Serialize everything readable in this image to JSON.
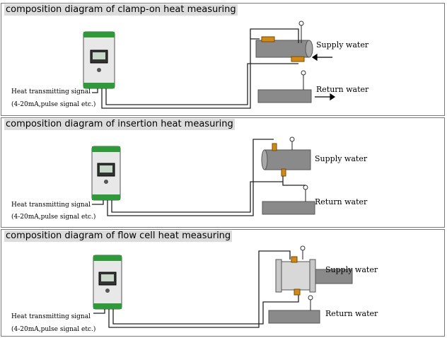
{
  "panels": [
    {
      "title": "composition diagram of clamp-on heat measuring",
      "signal_label": "Heat transmitting signal",
      "signal_detail": "(4-20mA,pulse signal etc.)",
      "supply_label": "Supply water",
      "return_label": "Return water"
    },
    {
      "title": "composition diagram of insertion heat measuring",
      "signal_label": "Heat transmitting signal",
      "signal_detail": "(4-20mA,pulse signal etc.)",
      "supply_label": "Supply water",
      "return_label": "Return water"
    },
    {
      "title": "composition diagram of flow cell heat measuring",
      "signal_label": "Heat transmitting signal",
      "signal_detail": "(4-20mA,pulse signal etc.)",
      "supply_label": "Supply water",
      "return_label": "Return water"
    }
  ],
  "icons": [
    "heat-meter-icon",
    "pipe-icon",
    "temperature-sensor-icon",
    "clamp-transducer-icon",
    "insertion-transducer-icon",
    "flow-cell-icon",
    "arrow-icon"
  ],
  "colors": {
    "pipe": "#8a8a8a",
    "transducer": "#d08a1a",
    "meter_body": "#e8e8e8",
    "terminal": "#2f9a3a"
  }
}
